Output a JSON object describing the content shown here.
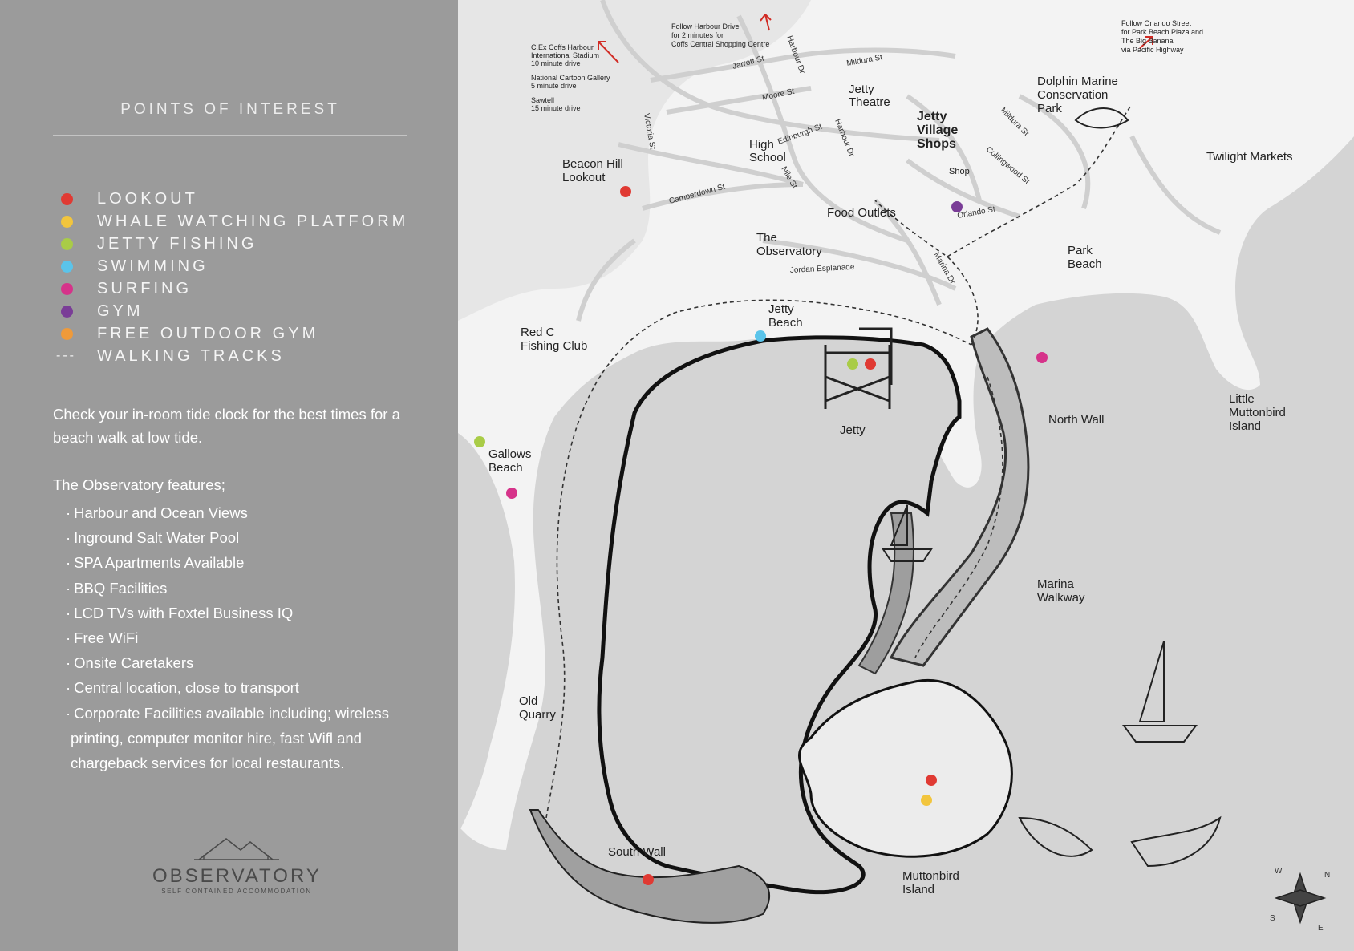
{
  "sidebar": {
    "title": "POINTS OF INTEREST",
    "legend": [
      {
        "label": "LOOKOUT",
        "color": "#e03a33"
      },
      {
        "label": "WHALE WATCHING PLATFORM",
        "color": "#f2c53d"
      },
      {
        "label": "JETTY FISHING",
        "color": "#a9cc47"
      },
      {
        "label": "SWIMMING",
        "color": "#5bc4ea"
      },
      {
        "label": "SURFING",
        "color": "#d6338a"
      },
      {
        "label": "GYM",
        "color": "#7a3d97"
      },
      {
        "label": "FREE OUTDOOR GYM",
        "color": "#ef9a3a"
      }
    ],
    "walking": {
      "symbol": "---",
      "label": "WALKING TRACKS"
    },
    "tide_note": "Check your in-room tide clock for the best times for a beach walk at low tide.",
    "features_title": "The Observatory features;",
    "features": [
      "Harbour and Ocean Views",
      "Inground Salt Water Pool",
      "SPA Apartments Available",
      "BBQ Facilities",
      "LCD TVs with Foxtel Business IQ",
      "Free WiFi",
      "Onsite Caretakers",
      "Central location, close to transport",
      "Corporate Facilities available including; wireless"
    ],
    "features_cont": [
      "printing, computer monitor hire, fast Wifl and",
      "chargeback services for local restaurants."
    ],
    "logo": {
      "name": "OBSERVATORY",
      "tagline": "SELF CONTAINED ACCOMMODATION"
    }
  },
  "map": {
    "places": {
      "beacon_hill": [
        "Beacon Hill",
        "Lookout"
      ],
      "jetty_theatre": [
        "Jetty",
        "Theatre"
      ],
      "high_school": [
        "High",
        "School"
      ],
      "jetty_village": [
        "Jetty",
        "Village",
        "Shops"
      ],
      "dolphin": [
        "Dolphin Marine",
        "Conservation",
        "Park"
      ],
      "twilight": "Twilight Markets",
      "observatory": [
        "The",
        "Observatory"
      ],
      "food_outlets": "Food Outlets",
      "park_beach": [
        "Park",
        "Beach"
      ],
      "jetty_beach": [
        "Jetty",
        "Beach"
      ],
      "red_c": [
        "Red C",
        "Fishing Club"
      ],
      "jetty": "Jetty",
      "north_wall": "North Wall",
      "little_muttonbird": [
        "Little",
        "Muttonbird",
        "Island"
      ],
      "gallows": [
        "Gallows",
        "Beach"
      ],
      "marina_walkway": [
        "Marina",
        "Walkway"
      ],
      "old_quarry": [
        "Old",
        "Quarry"
      ],
      "south_wall": "South Wall",
      "muttonbird": [
        "Muttonbird",
        "Island"
      ],
      "shop_sign": "Shop"
    },
    "streets": {
      "mildura_top": "Mildura St",
      "mildura_right": "Mildura St",
      "jarrett": "Jarrett St",
      "moore": "Moore St",
      "victoria": "Victoria St",
      "harbour_dr_top": "Harbour Dr",
      "harbour_dr_mid": "Harbour Dr",
      "edinburgh": "Edinburgh St",
      "nile": "Nile St",
      "camperdown": "Camperdown St",
      "collingwood": "Collingwood St",
      "orlando": "Orlando St",
      "marina_dr": "Marina Dr",
      "jordan": "Jordan Esplanade"
    },
    "notes": {
      "stadium": [
        "C.Ex Coffs Harbour",
        "International Stadium",
        "10 minute drive"
      ],
      "cartoon": [
        "National Cartoon Gallery",
        "5 minute drive"
      ],
      "sawtell": [
        "Sawtell",
        "15 minute drive"
      ],
      "harbour_drive": [
        "Follow Harbour Drive",
        "for 2 minutes for",
        "Coffs Central Shopping Centre"
      ],
      "orlando": [
        "Follow Orlando Street",
        "for Park Beach Plaza and",
        "The Big Banana",
        "via Pacific Highway"
      ]
    },
    "compass": [
      "N",
      "S",
      "E",
      "W"
    ]
  }
}
